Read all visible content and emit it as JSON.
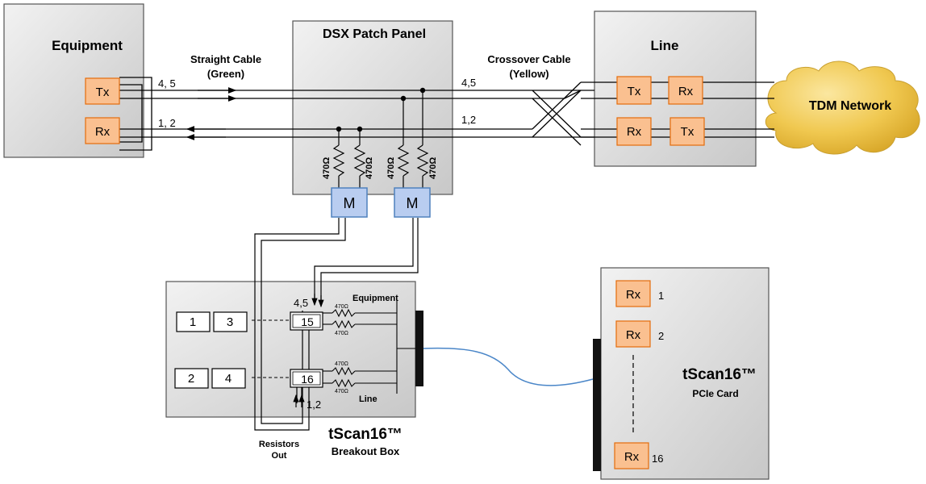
{
  "equipment": {
    "title": "Equipment",
    "tx": "Tx",
    "rx": "Rx",
    "tx_pins": "4, 5",
    "rx_pins": "1, 2"
  },
  "straight_cable": {
    "line1": "Straight Cable",
    "line2": "(Green)"
  },
  "patch_panel": {
    "title": "DSX Patch Panel",
    "resistor": "470Ω",
    "monitor": "M",
    "tx_pins": "4,5",
    "rx_pins": "1,2"
  },
  "crossover_cable": {
    "line1": "Crossover Cable",
    "line2": "(Yellow)"
  },
  "line_box": {
    "title": "Line",
    "tx": "Tx",
    "rx": "Rx"
  },
  "network": {
    "label": "TDM Network"
  },
  "breakout": {
    "ports": [
      "1",
      "3",
      "2",
      "4",
      "15",
      "16"
    ],
    "pins_top": "4,5",
    "pins_bottom": "1,2",
    "equipment_label": "Equipment",
    "line_label": "Line",
    "resistor": "470Ω",
    "resistors_out_1": "Resistors",
    "resistors_out_2": "Out",
    "title": "tScan16™",
    "subtitle": "Breakout  Box"
  },
  "pcie_card": {
    "rx": "Rx",
    "ports": [
      "1",
      "2",
      "16"
    ],
    "title": "tScan16™",
    "subtitle": "PCIe Card"
  },
  "colors": {
    "box_fill": "#d9d9d9",
    "port_fill": "#fac090",
    "port_stroke": "#e46c0a",
    "monitor_fill": "#b9cdf0",
    "monitor_stroke": "#4f81bd",
    "cloud_fill": "#f0c850",
    "usb_cable": "#4a86c8"
  }
}
